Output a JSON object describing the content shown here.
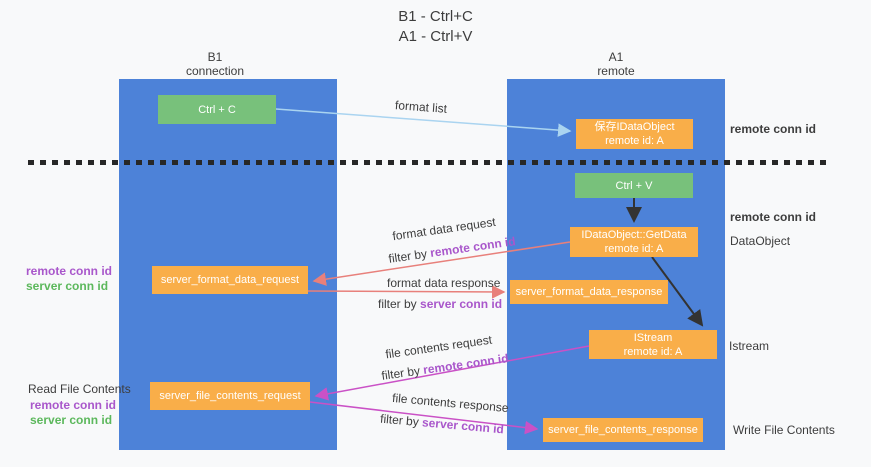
{
  "title": {
    "line1": "B1 - Ctrl+C",
    "line2": "A1 - Ctrl+V"
  },
  "lanes": {
    "left": {
      "name": "B1",
      "role": "connection"
    },
    "right": {
      "name": "A1",
      "role": "remote"
    }
  },
  "boxes": {
    "ctrl_c": {
      "label": "Ctrl + C"
    },
    "ctrl_v": {
      "label": "Ctrl + V"
    },
    "save_idataobject": {
      "line1": "保存IDataObject",
      "line2": "remote id: A"
    },
    "getdata": {
      "line1": "IDataObject::GetData",
      "line2": "remote id: A"
    },
    "istream": {
      "line1": "IStream",
      "line2": "remote id: A"
    },
    "format_request": {
      "label": "server_format_data_request"
    },
    "format_response": {
      "label": "server_format_data_response"
    },
    "file_request": {
      "label": "server_file_contents_request"
    },
    "file_response": {
      "label": "server_file_contents_response"
    }
  },
  "arrows": {
    "format_list": {
      "label": "format list"
    },
    "format_data_request": {
      "label": "format data request",
      "filter_prefix": "filter by ",
      "filter_key": "remote conn id"
    },
    "format_data_response": {
      "label": "format data response",
      "filter_prefix": "filter by ",
      "filter_key": "server conn id"
    },
    "file_contents_request": {
      "label": "file contents request",
      "filter_prefix": "filter by ",
      "filter_key": "remote conn id"
    },
    "file_contents_response": {
      "label": "file contents response",
      "filter_prefix": "filter by ",
      "filter_key": "server conn id"
    }
  },
  "side_labels": {
    "right_remote_conn_id_top": "remote conn id",
    "right_remote_conn_id_mid": "remote conn id",
    "dataobject": "DataObject",
    "istream": "Istream",
    "write_file_contents": "Write File Contents",
    "left_remote_conn_id_1": "remote conn id",
    "left_server_conn_id_1": "server conn id",
    "read_file_contents": "Read File Contents",
    "left_remote_conn_id_2": "remote conn id",
    "left_server_conn_id_2": "server conn id"
  },
  "colors": {
    "lane_blue": "#4d82d8",
    "box_green": "#78c17b",
    "box_orange": "#f9ae49",
    "accent_purple": "#a957cb",
    "accent_green": "#5cb85c",
    "arrow_lightblue": "#aad4f0",
    "arrow_salmon": "#e8807b",
    "arrow_magenta": "#ca51c6",
    "arrow_black": "#333333"
  }
}
